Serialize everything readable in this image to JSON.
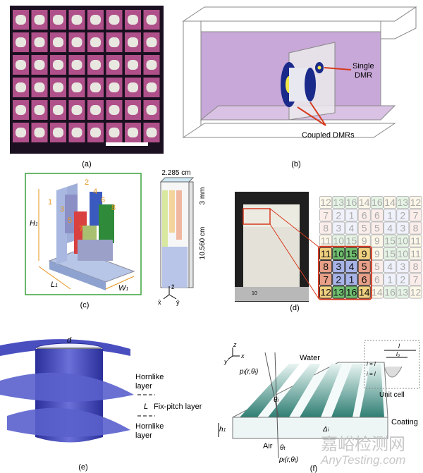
{
  "panels": {
    "a": {
      "label": "(a)"
    },
    "b": {
      "label": "(b)",
      "single": [
        "Single",
        "DMR"
      ],
      "coupled": "Coupled DMRs"
    },
    "c": {
      "label": "(c)",
      "numbers": [
        "1",
        "2",
        "3",
        "4",
        "5",
        "6",
        "7",
        "8"
      ],
      "H": "H",
      "L": "L",
      "W": "W",
      "sub": "1",
      "dim_width": "2.285 cm",
      "dim_gap": "3 mm",
      "dim_height": "10.560 cm",
      "axes": [
        "ẑ",
        "x̂",
        "ŷ"
      ]
    },
    "d": {
      "label": "(d)",
      "ruler": "10",
      "grid": [
        [
          "12",
          "13",
          "16",
          "14",
          "16",
          "14",
          "13",
          "12"
        ],
        [
          "7",
          "2",
          "1",
          "6",
          "6",
          "1",
          "2",
          "7"
        ],
        [
          "8",
          "3",
          "4",
          "5",
          "5",
          "4",
          "3",
          "8"
        ],
        [
          "11",
          "10",
          "15",
          "9",
          "9",
          "15",
          "10",
          "11"
        ],
        [
          "11",
          "10",
          "15",
          "9",
          "9",
          "15",
          "10",
          "11"
        ],
        [
          "8",
          "3",
          "4",
          "5",
          "5",
          "4",
          "3",
          "8"
        ],
        [
          "7",
          "2",
          "1",
          "6",
          "6",
          "1",
          "2",
          "7"
        ],
        [
          "12",
          "13",
          "16",
          "14",
          "14",
          "16",
          "13",
          "12"
        ]
      ]
    },
    "e": {
      "label": "(e)",
      "d": "d",
      "horn1": [
        "Hornlike",
        "layer"
      ],
      "L": "L",
      "fix": "Fix-pitch layer",
      "horn2": [
        "Hornlike",
        "layer"
      ]
    },
    "f": {
      "label": "(f)",
      "water": "Water",
      "air": "Air",
      "coating": "Coating",
      "unit_cell": "Unit cell",
      "pi": "p",
      "pi_sub": "i",
      "pi_arg": "(r,θ",
      "pi_close": ")",
      "theta_i": "θ",
      "theta_t": "θ",
      "pt": "p",
      "pt_sub": "t",
      "pt_arg": "(r,θ",
      "h": "h",
      "h_sub": "1",
      "delta": "Δ",
      "delta_sub": "i",
      "l": "l",
      "l0": "l₀",
      "i1": "i = l",
      "i2": "i = l",
      "axes": [
        "z",
        "x",
        "y"
      ]
    }
  },
  "watermark": {
    "cn": "嘉峪检测网",
    "en": "AnyTesting.com"
  },
  "colors": {
    "orange": "#e6951e",
    "green_border": "#3aa23a",
    "red": "#d63a1e",
    "purple": "#c8a8d8",
    "blue_dark": "#1a2a8a"
  }
}
